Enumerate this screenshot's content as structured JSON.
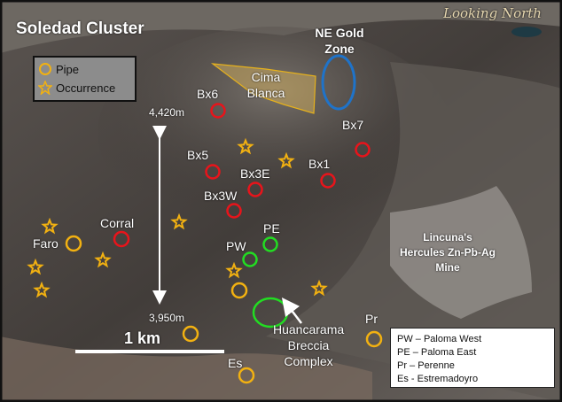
{
  "title": "Soledad Cluster",
  "orientation": "Looking North",
  "legend": {
    "items": [
      {
        "icon": "orange-circle",
        "label": "Pipe"
      },
      {
        "icon": "orange-star",
        "label": "Occurrence"
      }
    ]
  },
  "zones": {
    "ne_gold_line1": "NE Gold",
    "ne_gold_line2": "Zone",
    "cima_line1": "Cima",
    "cima_line2": "Blanca"
  },
  "pipes_red": [
    "Bx6",
    "Bx7",
    "Bx5",
    "Bx1",
    "Bx3E",
    "Bx3W",
    "Corral"
  ],
  "pipes_green": [
    "PE",
    "PW"
  ],
  "pipes_orange": [
    "Faro",
    "Pr",
    "Es"
  ],
  "elevation": {
    "top": "4,420m",
    "bottom": "3,950m"
  },
  "scale": "1 km",
  "huancarama": {
    "line1": "Huancarama",
    "line2": "Breccia",
    "line3": "Complex"
  },
  "mine": {
    "line1": "Lincuna's",
    "line2": "Hercules Zn-Pb-Ag",
    "line3": "Mine"
  },
  "key": [
    "PW – Paloma West",
    "PE – Paloma East",
    "Pr – Perenne",
    "Es - Estremadoyro"
  ],
  "colors": {
    "red": "#e8141b",
    "green": "#22dd22",
    "orange": "#f2b111",
    "blue": "#1f73c9"
  }
}
